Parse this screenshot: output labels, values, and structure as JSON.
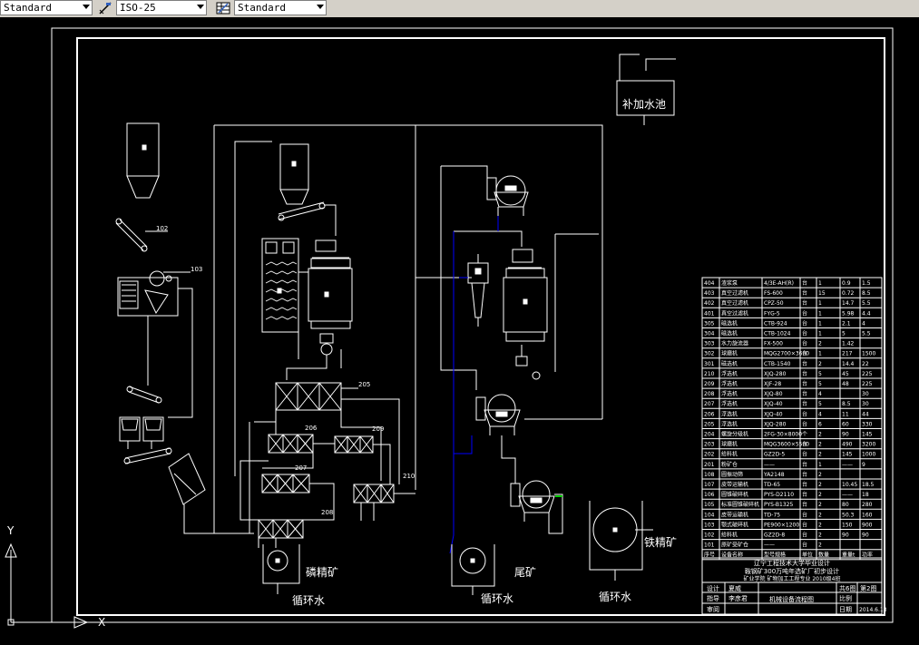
{
  "toolbar": {
    "text_style": "Standard",
    "dim_style": "ISO-25",
    "table_style": "Standard"
  },
  "drawing": {
    "water_pool": "补加水池",
    "phosphate_concentrate": "磷精矿",
    "tailings": "尾矿",
    "iron_concentrate": "铁精矿",
    "recycle_water_1": "循环水",
    "recycle_water_2": "循环水",
    "recycle_water_3": "循环水",
    "labels": {
      "n102": "102",
      "n103": "103",
      "n205": "205",
      "n206": "206",
      "n207": "207",
      "n208": "208",
      "n209": "209",
      "n210": "210"
    }
  },
  "bom": {
    "rows": [
      [
        "404",
        "渣浆泵",
        "4/3E-AH(R)",
        "台",
        "1",
        "0.9",
        "1.5"
      ],
      [
        "403",
        "真空过滤机",
        "FS-600",
        "台",
        "15",
        "0.72",
        "8.5"
      ],
      [
        "402",
        "真空过滤机",
        "CPZ-50",
        "台",
        "1",
        "14.7",
        "5.5"
      ],
      [
        "401",
        "真空过滤机",
        "FYG-5",
        "台",
        "1",
        "5.98",
        "4.4"
      ],
      [
        "305",
        "磁选机",
        "CTB-924",
        "台",
        "1",
        "2.1",
        "4"
      ],
      [
        "304",
        "磁选机",
        "CTB-1024",
        "台",
        "1",
        "5",
        "5.5"
      ],
      [
        "303",
        "水力旋流器",
        "FX-500",
        "台",
        "2",
        "1.42",
        ""
      ],
      [
        "302",
        "球磨机",
        "MQG2700×3600",
        "台",
        "1",
        "217",
        "1500"
      ],
      [
        "301",
        "磁选机",
        "CTB-1540",
        "台",
        "2",
        "14.4",
        "22"
      ],
      [
        "210",
        "浮选机",
        "XJQ-280",
        "台",
        "5",
        "45",
        "225"
      ],
      [
        "209",
        "浮选机",
        "XJF-28",
        "台",
        "5",
        "48",
        "225"
      ],
      [
        "208",
        "浮选机",
        "XJQ-80",
        "台",
        "4",
        "",
        "30"
      ],
      [
        "207",
        "浮选机",
        "XJQ-40",
        "台",
        "5",
        "8.5",
        "30"
      ],
      [
        "206",
        "浮选机",
        "XJQ-40",
        "台",
        "4",
        "11",
        "44"
      ],
      [
        "205",
        "浮选机",
        "XJQ-280",
        "台",
        "6",
        "60",
        "330"
      ],
      [
        "204",
        "螺旋分级机",
        "2FG-30×8000",
        "个",
        "2",
        "90",
        "145"
      ],
      [
        "203",
        "球磨机",
        "MQG3600×5500",
        "台",
        "2",
        "490",
        "3200"
      ],
      [
        "202",
        "给料机",
        "GZ2D-5",
        "台",
        "2",
        "145",
        "1000"
      ],
      [
        "201",
        "粉矿仓",
        "——",
        "台",
        "1",
        "——",
        "9"
      ],
      [
        "108",
        "圆振动筛",
        "YA2148",
        "台",
        "2",
        "",
        ""
      ],
      [
        "107",
        "皮带运输机",
        "TD-65",
        "台",
        "2",
        "10.45",
        "18.5"
      ],
      [
        "106",
        "圆锥破碎机",
        "PYS-D2110",
        "台",
        "2",
        "——",
        "18"
      ],
      [
        "105",
        "标准圆锥破碎机",
        "PYS-B1325",
        "台",
        "2",
        "80",
        "280"
      ],
      [
        "104",
        "皮带运输机",
        "TD-75",
        "台",
        "2",
        "50.3",
        "160"
      ],
      [
        "103",
        "颚式破碎机",
        "PE900×1200",
        "台",
        "2",
        "150",
        "900"
      ],
      [
        "102",
        "给料机",
        "GZ2D-8",
        "台",
        "2",
        "90",
        "90"
      ],
      [
        "101",
        "原矿受矿仓",
        "——",
        "台",
        "2",
        "",
        ""
      ]
    ],
    "header": [
      "序号",
      "设备名称",
      "型号规格",
      "单位",
      "数量",
      "重量t",
      "功率"
    ]
  },
  "titleblock": {
    "univ": "辽宁工程技术大学毕业设计",
    "project": "鞍钢矿300万吨年选矿厂初步设计",
    "dept": "矿业学院 矿物加工工程专业 2010级4班",
    "r1c1": "设计",
    "r1c2": "夏威",
    "r2c1": "指导",
    "r2c2": "李彦君",
    "r3c1": "审阅",
    "drawing_name": "机械设备流程图",
    "sheet_total": "共6图",
    "sheet_no": "第2图",
    "scale_label": "比例",
    "date_label": "日期",
    "date": "2014.6.13"
  },
  "ucs": {
    "y": "Y",
    "x": "X"
  },
  "colors": {
    "line": "#ffffff",
    "blue": "#0000ff",
    "green": "#00cc00",
    "background": "#000000"
  }
}
